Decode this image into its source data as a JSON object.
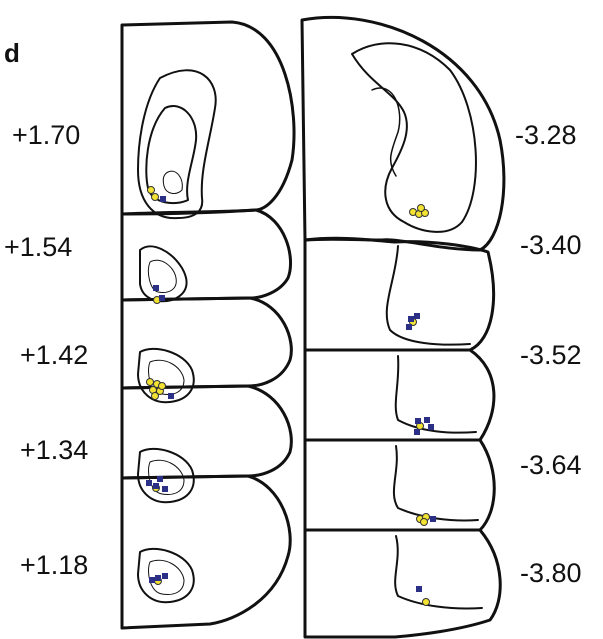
{
  "panel_label": "d",
  "left_coordinates": [
    "+1.70",
    "+1.54",
    "+1.42",
    "+1.34",
    "+1.18"
  ],
  "right_coordinates": [
    "-3.28",
    "-3.40",
    "-3.52",
    "-3.64",
    "-3.80"
  ],
  "colors": {
    "circle_marker": "#f2e233",
    "square_marker": "#2b2f86",
    "outline": "#111111"
  }
}
